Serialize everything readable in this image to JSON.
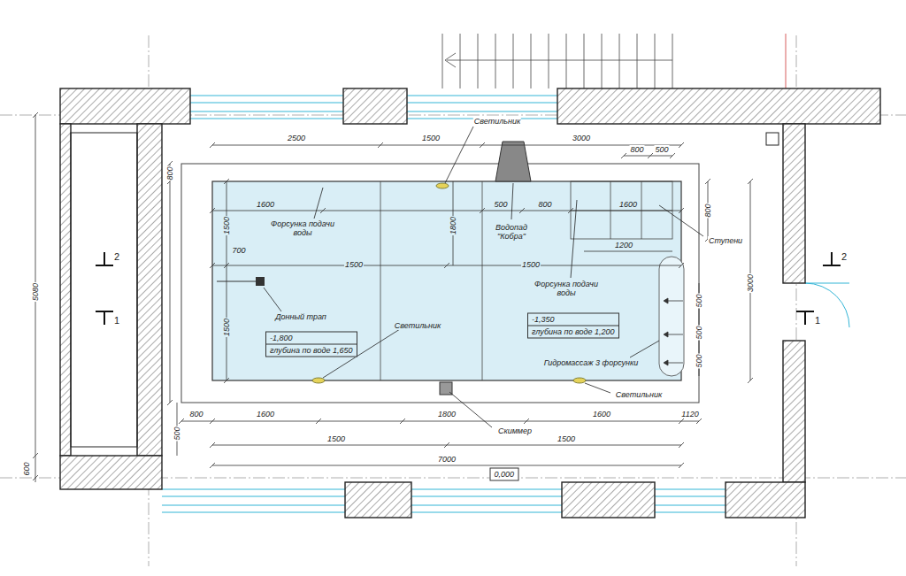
{
  "diagram": {
    "nodes": [
      {
        "text": [
          "-1,800",
          "глубина по воде 1,650"
        ]
      },
      {
        "text": [
          "-1,350",
          "глубина по воде 1,200"
        ]
      },
      {
        "text": [
          "0,000"
        ]
      }
    ],
    "labels": [
      "Светильник",
      "2500",
      "1500",
      "3000",
      "800",
      "500",
      "800",
      "1600",
      "1800",
      "500",
      "800",
      "1600",
      "800",
      "Форсунка подачи воды",
      "Водопад \"Кобра\"",
      "Ступени",
      "1500",
      "700",
      "1200",
      "1500",
      "1500",
      "Форсунка подачи воды",
      "3000",
      "500",
      "500",
      "500",
      "Донный трап",
      "Светильник",
      "1500",
      "Гидромассаж 3 форсунки",
      "Светильник",
      "Скиммер",
      "800",
      "1600",
      "1800",
      "1600",
      "1120",
      "500",
      "1500",
      "1500",
      "7000",
      "5080",
      "600",
      "2",
      "1",
      "2",
      "1"
    ]
  }
}
